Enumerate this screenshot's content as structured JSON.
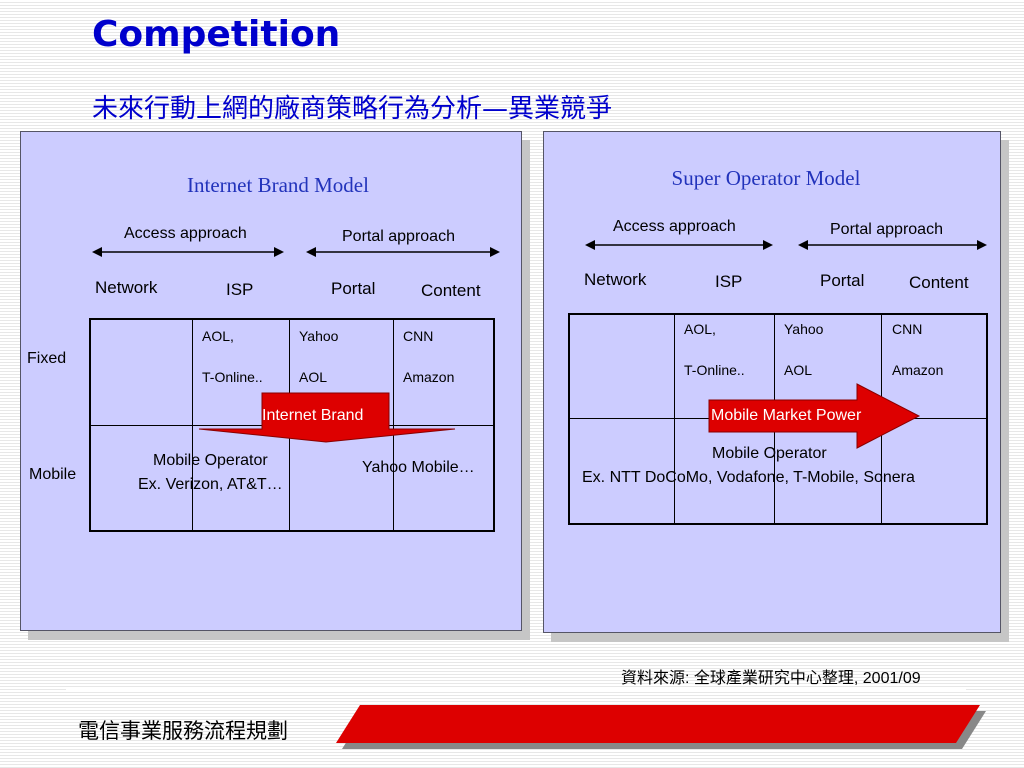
{
  "slide": {
    "title": "Competition",
    "subtitle": "未來行動上網的廠商策略行為分析—異業競爭"
  },
  "left_model": {
    "title": "Internet Brand Model",
    "access_approach": "Access approach",
    "portal_approach": "Portal approach",
    "columns": [
      "Network",
      "ISP",
      "Portal",
      "Content"
    ],
    "rows": [
      "Fixed",
      "Mobile"
    ],
    "cells": {
      "isp_fixed": [
        "AOL,",
        "T-Online.."
      ],
      "portal_fixed": [
        "Yahoo",
        "AOL"
      ],
      "content_fixed": [
        "CNN",
        "Amazon"
      ]
    },
    "arrow_label": "Internet Brand",
    "mobile_operator": [
      "Mobile Operator",
      "Ex. Verizon, AT&T…"
    ],
    "yahoo_mobile": "Yahoo Mobile…"
  },
  "right_model": {
    "title": "Super Operator Model",
    "access_approach": "Access approach",
    "portal_approach": "Portal approach",
    "columns": [
      "Network",
      "ISP",
      "Portal",
      "Content"
    ],
    "cells": {
      "isp_fixed": [
        "AOL,",
        "T-Online.."
      ],
      "portal_fixed": [
        "Yahoo",
        "AOL"
      ],
      "content_fixed": [
        "CNN",
        "Amazon"
      ]
    },
    "arrow_label": "Mobile Market Power",
    "mobile_operator": [
      "Mobile Operator",
      "Ex. NTT DoCoMo, Vodafone, T-Mobile, Sonera"
    ]
  },
  "footer": {
    "source": "資料來源: 全球產業研究中心整理, 2001/09",
    "deck_title": "電信事業服務流程規劃"
  },
  "colors": {
    "title": "#0000cc",
    "panel": "#ccccff",
    "arrow_red": "#dd0000",
    "model_title": "#2233bb"
  }
}
